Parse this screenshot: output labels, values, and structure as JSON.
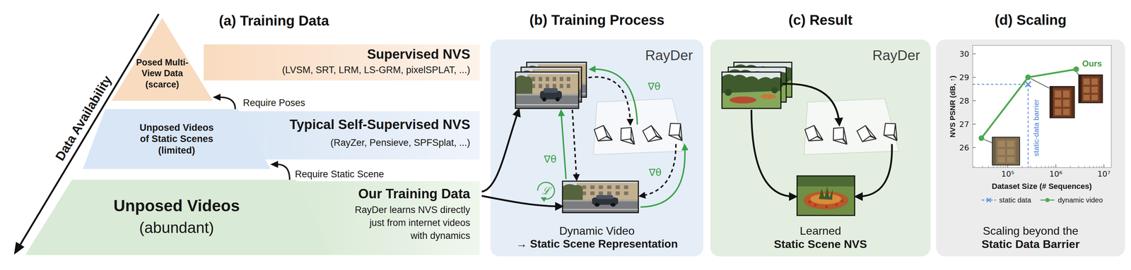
{
  "diagram": {
    "nodes": [
      {
        "text": [
          "Posed Multi-View Data (scarce)"
        ]
      },
      {
        "text": [
          "Supervised NVS",
          "(LVSM, SRT, LRM, LS-GRM, pixelSPLAT, ...)"
        ]
      },
      {
        "text": [
          "Unposed Videos of Static Scenes (limited)"
        ]
      },
      {
        "text": [
          "Typical Self-Supervised NVS",
          "(RayZer, Pensieve, SPFSplat, ...)"
        ]
      },
      {
        "text": [
          "Unposed Videos",
          "(abundant)"
        ]
      },
      {
        "text": [
          "Our Training Data",
          "RayDer learns NVS directly just from internet videos with dynamics"
        ]
      },
      {
        "text": [
          "(b) Training Process",
          "RayDer",
          "Dynamic Video",
          "→ Static Scene Representation"
        ]
      },
      {
        "text": [
          "(c) Result",
          "RayDer",
          "Learned",
          "Static Scene NVS"
        ]
      },
      {
        "text": [
          "(d) Scaling",
          "Scaling beyond the",
          "Static Data Barrier"
        ]
      }
    ],
    "edges": [
      {
        "from": 2,
        "to": 0,
        "arrow": "to",
        "label": "Require Poses"
      },
      {
        "from": 4,
        "to": 2,
        "arrow": "to",
        "label": "Require Static Scene"
      }
    ],
    "labels": [
      "(a) Training Data",
      "Data Availability",
      "∇θ",
      "∇θ",
      "∇θ",
      "ℒ",
      "NVS PSNR (dB, ↑)",
      "30",
      "29",
      "28",
      "27",
      "26",
      "10⁵",
      "10⁶",
      "10⁷",
      "Dataset Size (# Sequences)",
      "static-data barrier",
      "Ours"
    ],
    "legend": [
      {
        "text": "static data"
      },
      {
        "text": "dynamic video"
      }
    ]
  }
}
